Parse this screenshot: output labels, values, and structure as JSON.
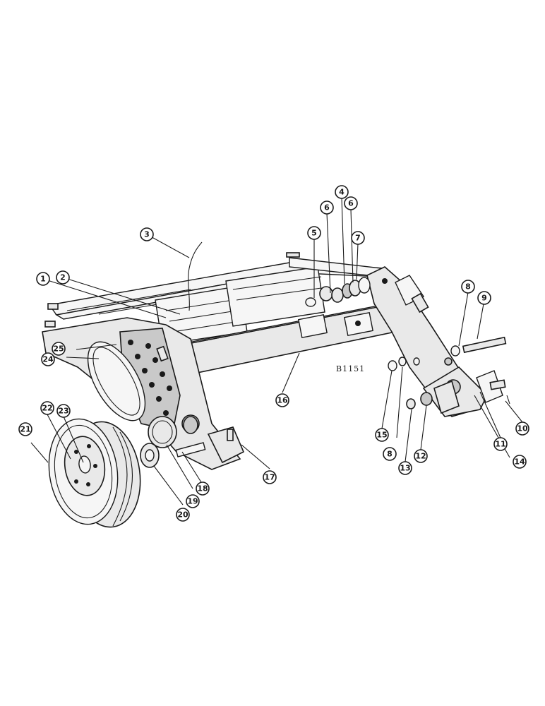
{
  "drawing": {
    "code": "B1151"
  },
  "callouts": [
    {
      "id": "1",
      "label": "1"
    },
    {
      "id": "2",
      "label": "2"
    },
    {
      "id": "3",
      "label": "3"
    },
    {
      "id": "4",
      "label": "4"
    },
    {
      "id": "5",
      "label": "5"
    },
    {
      "id": "6a",
      "label": "6"
    },
    {
      "id": "6b",
      "label": "6"
    },
    {
      "id": "7",
      "label": "7"
    },
    {
      "id": "8a",
      "label": "8"
    },
    {
      "id": "9",
      "label": "9"
    },
    {
      "id": "10",
      "label": "10"
    },
    {
      "id": "11",
      "label": "11"
    },
    {
      "id": "12",
      "label": "12"
    },
    {
      "id": "13",
      "label": "13"
    },
    {
      "id": "14",
      "label": "14"
    },
    {
      "id": "15",
      "label": "15"
    },
    {
      "id": "8b",
      "label": "8"
    },
    {
      "id": "16",
      "label": "16"
    },
    {
      "id": "17",
      "label": "17"
    },
    {
      "id": "18",
      "label": "18"
    },
    {
      "id": "19",
      "label": "19"
    },
    {
      "id": "20",
      "label": "20"
    },
    {
      "id": "21",
      "label": "21"
    },
    {
      "id": "22",
      "label": "22"
    },
    {
      "id": "23",
      "label": "23"
    },
    {
      "id": "24",
      "label": "24"
    },
    {
      "id": "25",
      "label": "25"
    }
  ]
}
